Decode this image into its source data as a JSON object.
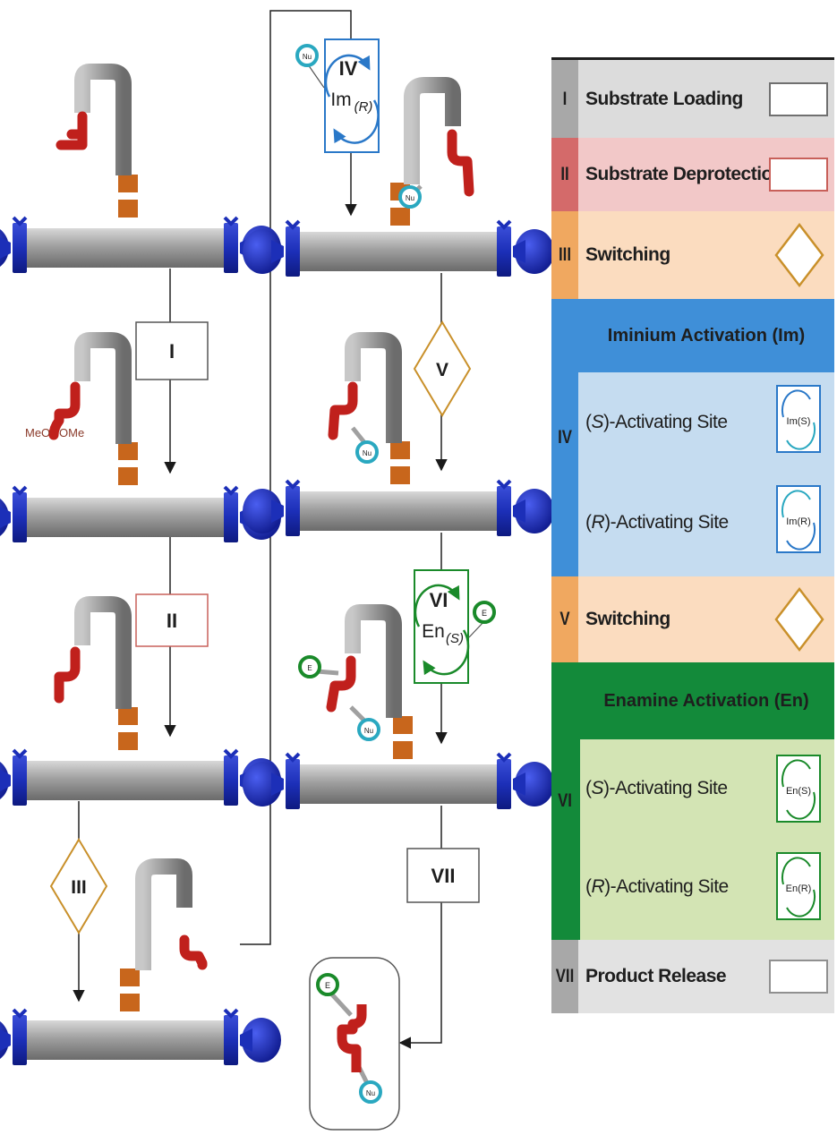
{
  "flow": {
    "step_I": "I",
    "step_II": "II",
    "step_III": "III",
    "step_IV": "IV",
    "step_IV_sub": "Im",
    "step_IV_config": "(R)",
    "step_V": "V",
    "step_VI": "VI",
    "step_VI_sub": "En",
    "step_VI_config": "(S)",
    "step_VII": "VII",
    "nu_label": "Nu",
    "e_label": "E",
    "meo_label": "MeO",
    "ome_label": "OMe"
  },
  "legend": {
    "row_I": {
      "num": "I",
      "label": "Substrate Loading"
    },
    "row_II": {
      "num": "II",
      "label": "Substrate Deprotection"
    },
    "row_III": {
      "num": "III",
      "label": "Switching"
    },
    "iminium_header": "Iminium Activation (Im)",
    "row_IV": {
      "num": "IV",
      "s_label_a": "(",
      "s_label_b": "S",
      "s_label_c": ")-Activating Site",
      "r_label_a": "(",
      "r_label_b": "R",
      "r_label_c": ")-Activating Site",
      "icon_s": "Im(S)",
      "icon_r": "Im(R)"
    },
    "row_V": {
      "num": "V",
      "label": "Switching"
    },
    "enamine_header": "Enamine Activation (En)",
    "row_VI": {
      "num": "VI",
      "s_label_a": "(",
      "s_label_b": "S",
      "s_label_c": ")-Activating Site",
      "r_label_a": "(",
      "r_label_b": "R",
      "r_label_c": ")-Activating Site",
      "icon_s": "En(S)",
      "icon_r": "En(R)"
    },
    "row_VII": {
      "num": "VII",
      "label": "Product Release"
    }
  },
  "colors": {
    "grey_band": "#a8a8a8",
    "grey_light": "#e2e2e2",
    "red_band": "#d46a6a",
    "red_light": "#f2c8c8",
    "orange_band": "#f0a860",
    "orange_light": "#fbdcbf",
    "blue_band": "#3f8fd8",
    "blue_light": "#c5dcf0",
    "green_band": "#138a3a",
    "green_light": "#d3e4b4",
    "axle_blue": "#1c2fb8",
    "arm_grey": "#9a9a9a",
    "linker_orange": "#c8661c",
    "substrate_red": "#c0201c",
    "box_red": "#c8605a",
    "diamond_gold": "#c9902a",
    "im_blue": "#2a78c8",
    "en_green": "#1a8a2a",
    "nu_teal": "#2aa8c0"
  },
  "icons": [
    "rotaxane-axle",
    "robotic-arm",
    "substrate-chain",
    "nucleophile-bead",
    "electrophile-bead",
    "switch-diamond",
    "catalytic-cycle-arrows"
  ]
}
